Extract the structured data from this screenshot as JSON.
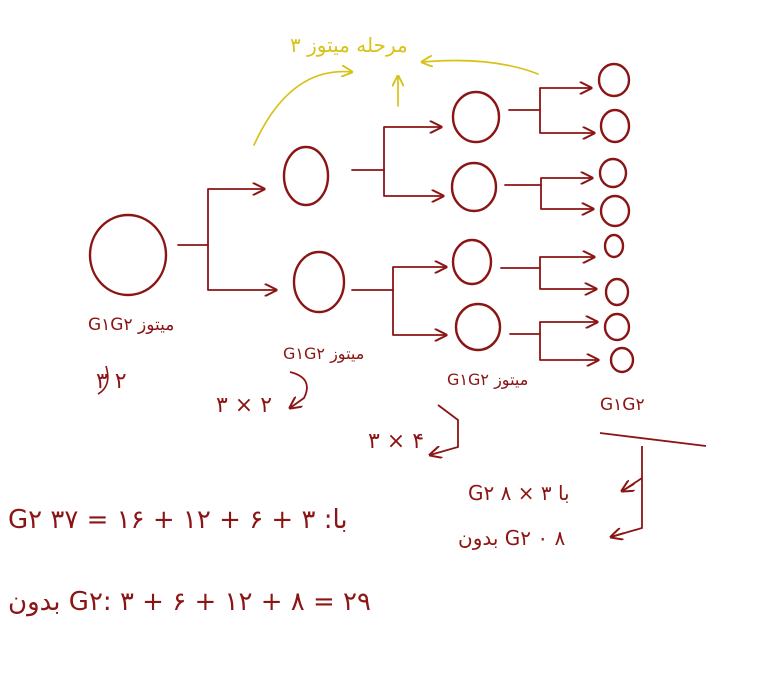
{
  "colors": {
    "ink": "#8b1414",
    "arrow_yellow": "#d8c21a",
    "background": "#ffffff"
  },
  "top_label": "۳ مرحله میتوز",
  "stages": {
    "cell0": {
      "label": "G۱G۲ میتوز",
      "note": "۳ ۲"
    },
    "gen1": {
      "label": "G۱G۲ میتوز",
      "note": "۳ × ۲"
    },
    "gen2": {
      "label": "G۱G۲ میتوز",
      "note": "۳ × ۴"
    },
    "gen3": {
      "label": "G۱G۲",
      "note1": "G۲ با ۳ × ۸",
      "note2": "بدون G۲ ۰ ۸"
    }
  },
  "equations": {
    "line1": "G۲ با: ۳ + ۶ + ۱۲ + ۱۶ = ۳۷",
    "line2": "بدون G۲: ۳ + ۶ + ۱۲ + ۸ = ۲۹"
  }
}
